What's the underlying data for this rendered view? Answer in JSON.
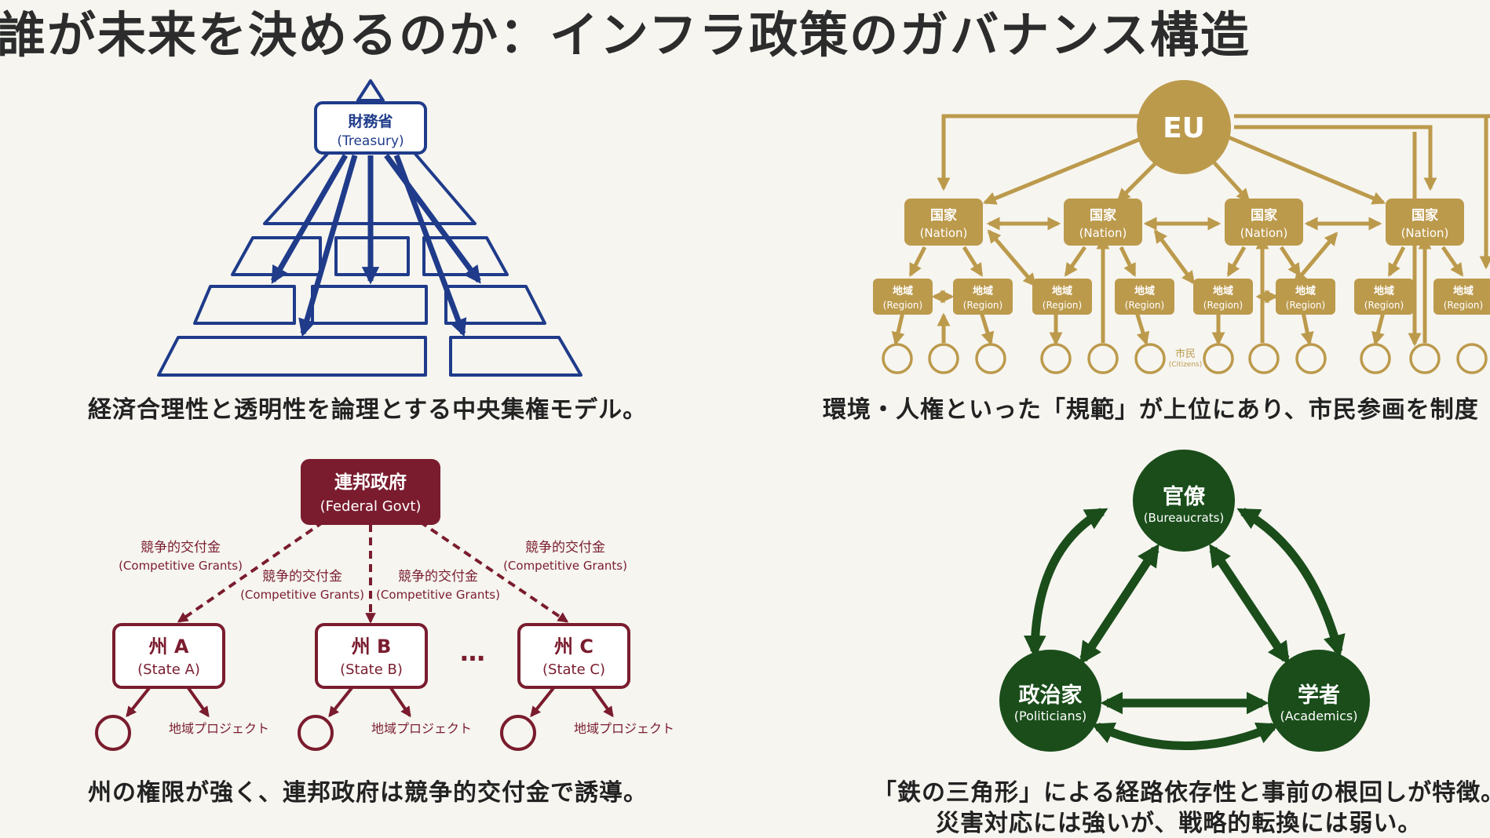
{
  "title": "誰が未来を決めるのか：インフラ政策のガバナンス構造",
  "colors": {
    "navy": "#1f3b8a",
    "gold": "#bc9a4c",
    "maroon": "#7a1c2e",
    "green": "#1a4d1a"
  },
  "uk": {
    "treasury_label": "財務省",
    "treasury_sub": "(Treasury)",
    "caption": "経済合理性と透明性を論理とする中央集権モデル。"
  },
  "eu": {
    "eu_label": "EU",
    "nations": [
      {
        "label": "国家",
        "sub": "(Nation)"
      },
      {
        "label": "国家",
        "sub": "(Nation)"
      },
      {
        "label": "国家",
        "sub": "(Nation)"
      },
      {
        "label": "国家",
        "sub": "(Nation)"
      }
    ],
    "regions": [
      {
        "label": "地域",
        "sub": "(Region)"
      },
      {
        "label": "地域",
        "sub": "(Region)"
      },
      {
        "label": "地域",
        "sub": "(Region)"
      },
      {
        "label": "地域",
        "sub": "(Region)"
      },
      {
        "label": "地域",
        "sub": "(Region)"
      },
      {
        "label": "地域",
        "sub": "(Region)"
      },
      {
        "label": "地域",
        "sub": "(Region)"
      },
      {
        "label": "地域",
        "sub": "(Region)"
      }
    ],
    "citizen_label": "市民",
    "citizen_sub": "(Citizens)",
    "caption": "環境・人権といった「規範」が上位にあり、市民参画を制度"
  },
  "us": {
    "federal_label": "連邦政府",
    "federal_sub": "(Federal Govt)",
    "grant_label": "競争的交付金",
    "grant_sub": "(Competitive Grants)",
    "states": [
      {
        "label": "州 A",
        "sub": "(State A)"
      },
      {
        "label": "州 B",
        "sub": "(State B)"
      },
      {
        "label": "州 C",
        "sub": "(State C)"
      }
    ],
    "ellipsis": "…",
    "project_label": "地域プロジェクト",
    "caption": "州の権限が強く、連邦政府は競争的交付金で誘導。"
  },
  "jp": {
    "bureaucrats": {
      "label": "官僚",
      "sub": "(Bureaucrats)"
    },
    "politicians": {
      "label": "政治家",
      "sub": "(Politicians)"
    },
    "academics": {
      "label": "学者",
      "sub": "(Academics)"
    },
    "caption_line1": "「鉄の三角形」による経路依存性と事前の根回しが特徴。",
    "caption_line2": "災害対応には強いが、戦略的転換には弱い。"
  }
}
